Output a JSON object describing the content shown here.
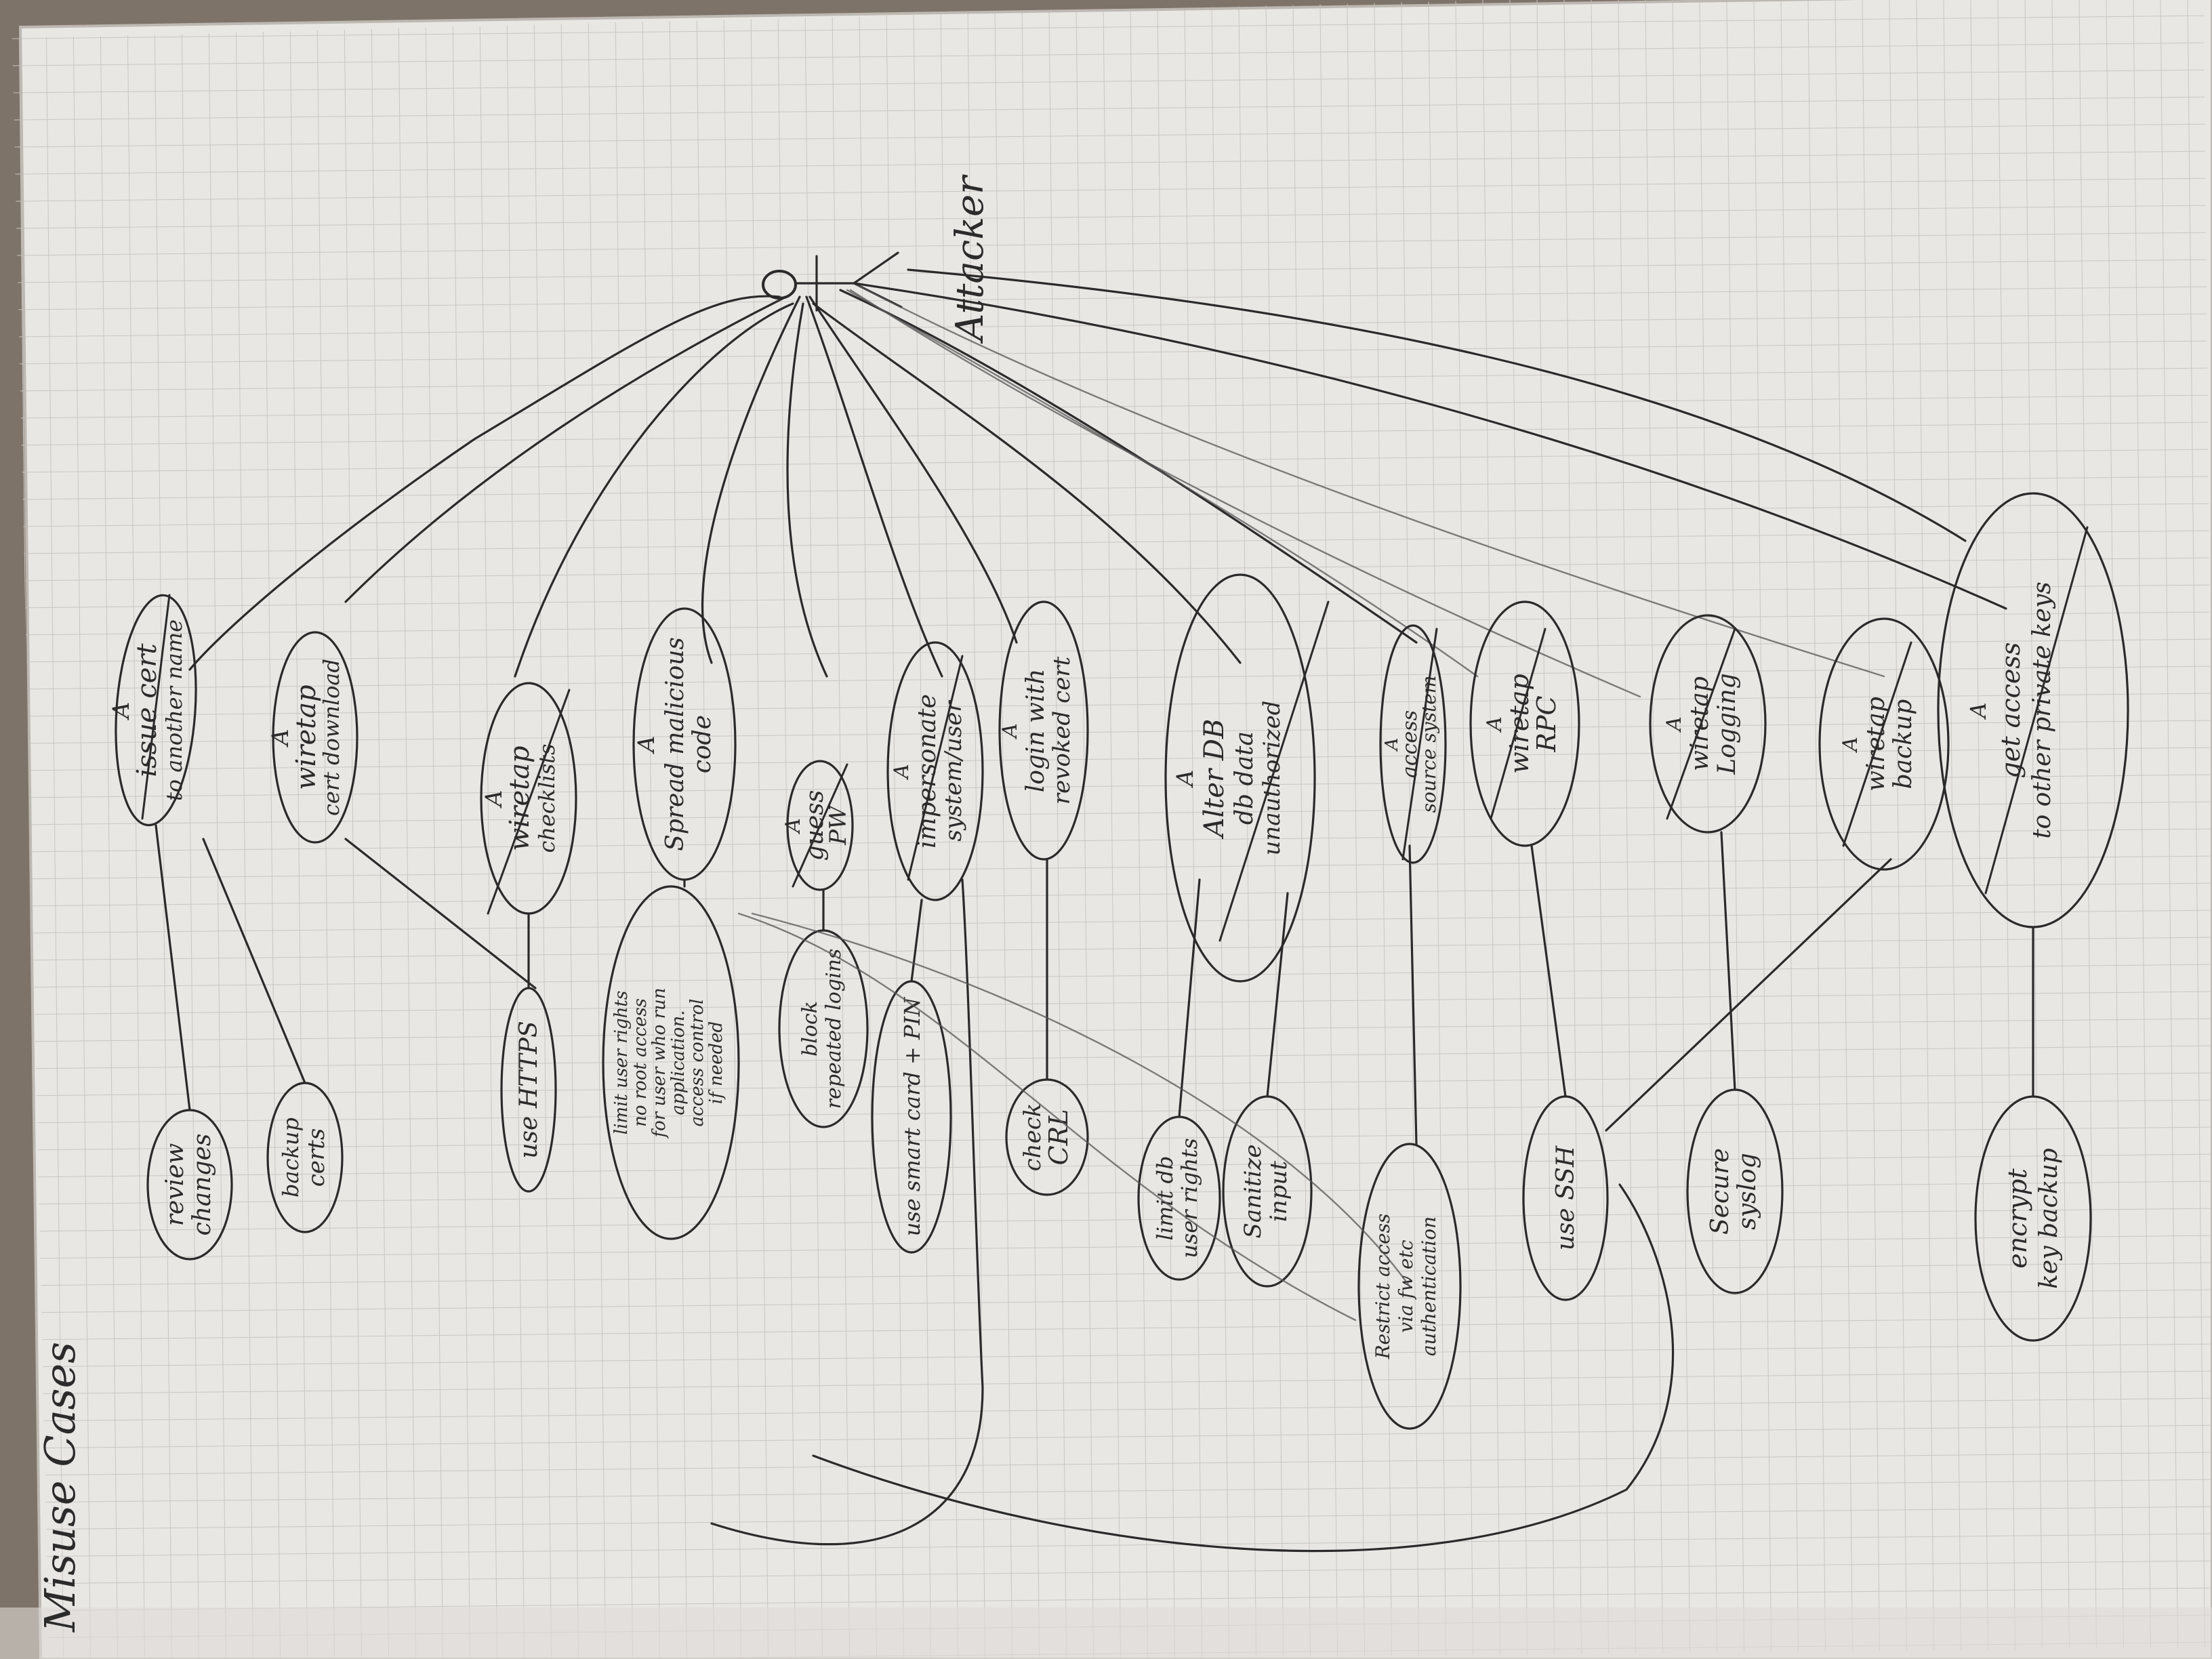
{
  "diagram": {
    "title": "Misuse Cases",
    "actor_label": "Attacker",
    "misuse_cases": {
      "m1": [
        "A",
        "issue cert",
        "to another name"
      ],
      "m2": [
        "A",
        "wiretap",
        "cert download"
      ],
      "m3": [
        "A",
        "wiretap",
        "checklists"
      ],
      "m4": [
        "A",
        "Spread malicious",
        "code"
      ],
      "m5": [
        "A",
        "guess",
        "PW"
      ],
      "m6": [
        "A",
        "impersonate",
        "system/user"
      ],
      "m7": [
        "A",
        "login with",
        "revoked cert"
      ],
      "m8": [
        "A",
        "Alter DB",
        "db data",
        "unauthorized"
      ],
      "m9": [
        "A",
        "access",
        "source system"
      ],
      "m10": [
        "A",
        "wiretap",
        "RPC"
      ],
      "m11": [
        "A",
        "wiretap",
        "Logging"
      ],
      "m12": [
        "A",
        "wiretap",
        "backup"
      ],
      "m13": [
        "A",
        "get access",
        "to other private keys"
      ]
    },
    "countermeasures": {
      "c1": [
        "review",
        "changes"
      ],
      "c2": [
        "backup",
        "certs"
      ],
      "c3": [
        "use HTTPS"
      ],
      "c4": [
        "limit user rights",
        "no root access",
        "for user who run",
        "application.",
        "access control",
        "if needed"
      ],
      "c5": [
        "block",
        "repeated logins"
      ],
      "c6": [
        "use smart card + PIN"
      ],
      "c7": [
        "check",
        "CRL"
      ],
      "c8": [
        "limit db",
        "user rights"
      ],
      "c9": [
        "Sanitize",
        "input"
      ],
      "c10": [
        "Restrict access",
        "via fw etc",
        "authentication"
      ],
      "c11": [
        "use SSH"
      ],
      "c12": [
        "Secure",
        "syslog"
      ],
      "c13": [
        "encrypt",
        "key backup"
      ]
    }
  }
}
